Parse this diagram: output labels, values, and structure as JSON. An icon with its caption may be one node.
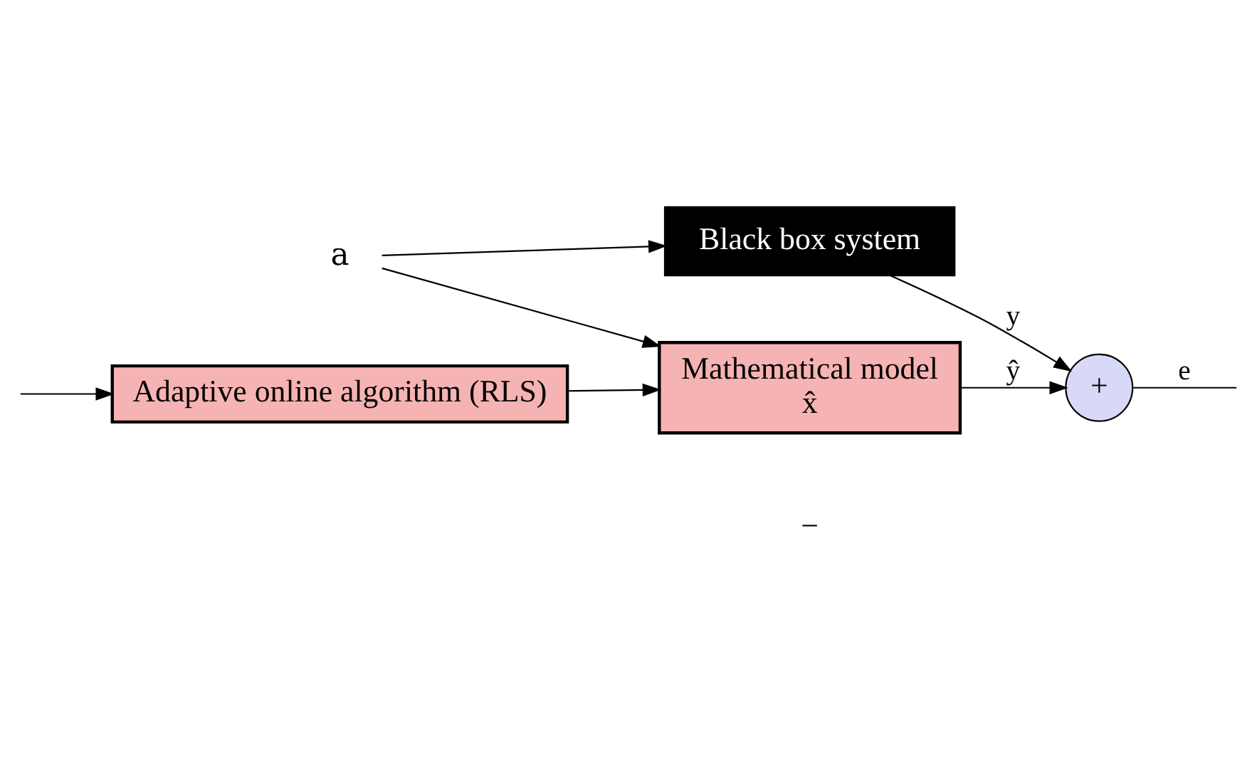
{
  "diagram": {
    "nodes": [
      {
        "text": [
          "a"
        ]
      },
      {
        "text": [
          "Black box system"
        ]
      },
      {
        "text": [
          "+"
        ]
      },
      {
        "text": [
          "Mathematical model",
          "x̂"
        ]
      },
      {
        "text": [
          "Adaptive online algorithm (RLS)"
        ]
      }
    ],
    "edges": [
      {
        "from": 0,
        "to": 1,
        "arrow": "to"
      },
      {
        "from": 0,
        "to": 3,
        "arrow": "to"
      },
      {
        "from": 1,
        "to": 2,
        "label": "y",
        "arrow": "to"
      },
      {
        "from": 3,
        "to": 2,
        "label": "ŷ",
        "arrow": "to"
      },
      {
        "from": 2,
        "to": null,
        "label": "e",
        "arrow": "none"
      },
      {
        "from": null,
        "to": 4,
        "arrow": "to"
      },
      {
        "from": 4,
        "to": 3,
        "arrow": "to"
      }
    ],
    "labels": [
      "−"
    ]
  }
}
